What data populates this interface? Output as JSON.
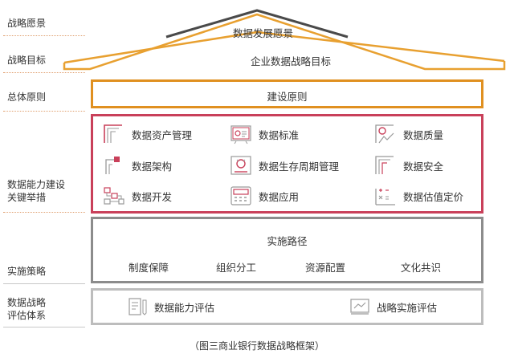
{
  "row_labels": {
    "vision": "战略愿景",
    "goal": "战略目标",
    "principle": "总体原则",
    "capability": "数据能力建设\n关键举措",
    "implementation": "实施策略",
    "evaluation": "数据战略\n评估体系"
  },
  "vision_text": "数据发展愿景",
  "goal_text": "企业数据战略目标",
  "principle_text": "建设原则",
  "capability_items": [
    {
      "label": "数据资产管理",
      "icon": "asset-management-icon"
    },
    {
      "label": "数据标准",
      "icon": "standard-icon"
    },
    {
      "label": "数据质量",
      "icon": "quality-icon"
    },
    {
      "label": "数据架构",
      "icon": "architecture-icon"
    },
    {
      "label": "数据生存周期管理",
      "icon": "lifecycle-icon"
    },
    {
      "label": "数据安全",
      "icon": "security-icon"
    },
    {
      "label": "数据开发",
      "icon": "development-icon"
    },
    {
      "label": "数据应用",
      "icon": "application-icon"
    },
    {
      "label": "数据估值定价",
      "icon": "valuation-icon"
    }
  ],
  "implementation": {
    "title": "实施路径",
    "strategies": [
      "制度保障",
      "组织分工",
      "资源配置",
      "文化共识"
    ]
  },
  "evaluation_items": [
    {
      "label": "数据能力评估",
      "icon": "capability-assessment-icon"
    },
    {
      "label": "战略实施评估",
      "icon": "strategy-assessment-icon"
    }
  ],
  "caption": "（图三商业银行数据战略框架）",
  "colors": {
    "vision_roof": "#4a4a4a",
    "goal_roof": "#e8a030",
    "principle_border": "#e09020",
    "capability_border": "#c9405a",
    "implementation_border": "#8c8c8c",
    "evaluation_border": "#bdbdbd"
  }
}
